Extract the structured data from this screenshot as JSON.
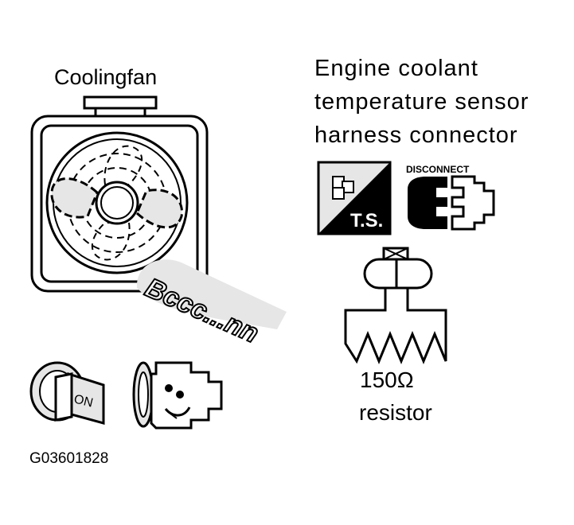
{
  "labels": {
    "cooling_fan": "Coolingfan",
    "ect_line1": "Engine coolant",
    "ect_line2": "temperature sensor",
    "ect_line3": "harness connector",
    "ts_badge": "T.S.",
    "disconnect": "DISCONNECT",
    "fan_sound": "Bccc...nn",
    "resistor_value": "150Ω",
    "resistor_word": "resistor",
    "ignition_on": "ON",
    "figure_id": "G03601828"
  },
  "icons": {
    "fan": "cooling-fan-icon",
    "ts": "tester-icon",
    "disconnect": "disconnect-connector-icon",
    "connector": "harness-connector-icon",
    "resistor": "resistor-icon",
    "key": "ignition-key-icon",
    "engine": "engine-running-icon"
  }
}
